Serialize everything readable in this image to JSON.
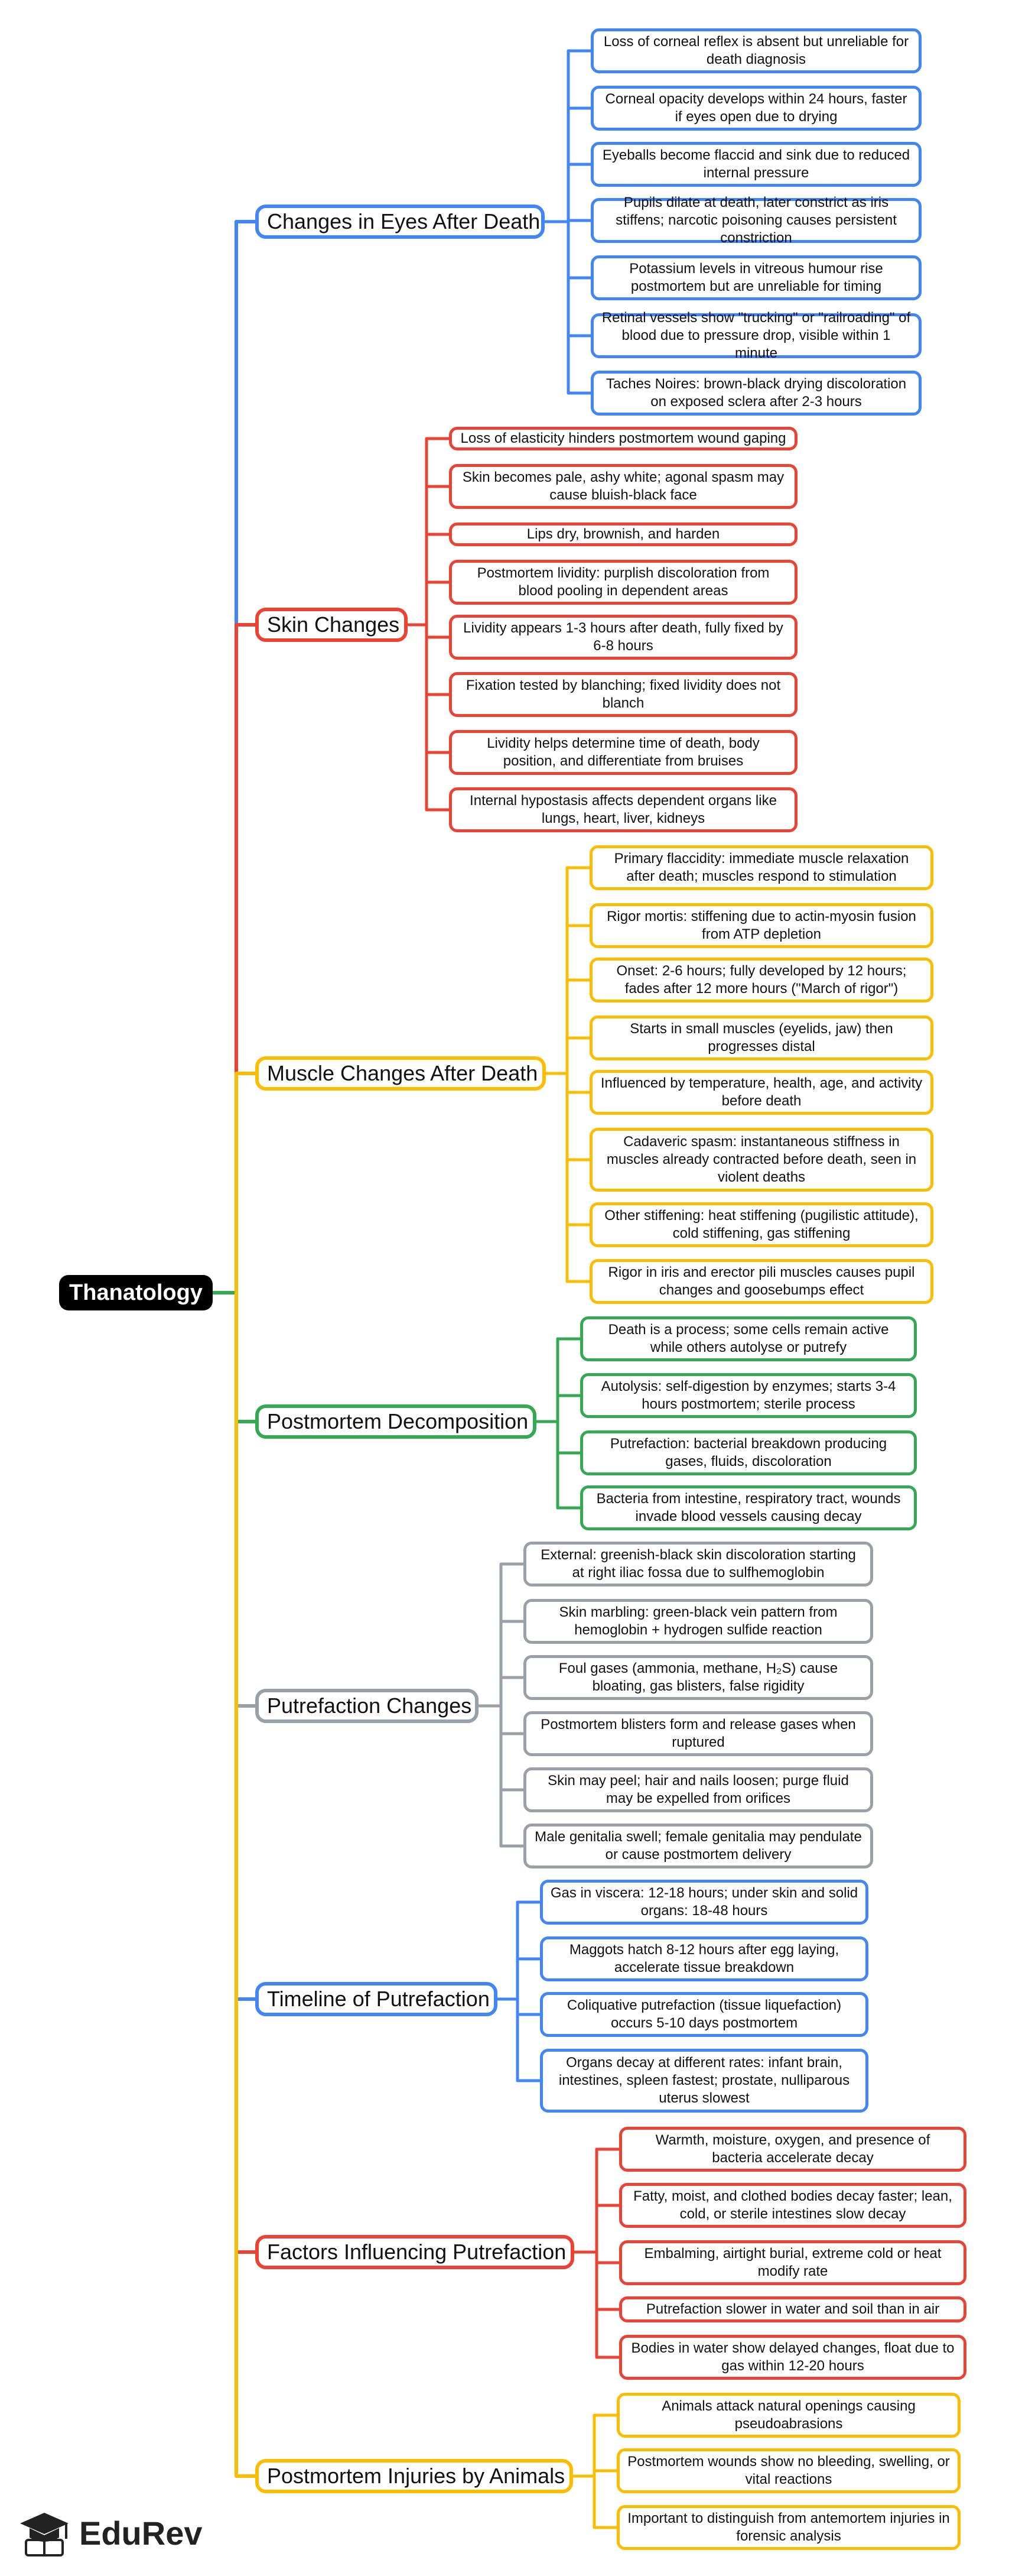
{
  "root": "Thanatology",
  "branches": [
    {
      "label": "Changes in Eyes After Death",
      "color": "#4285f4",
      "items": [
        "Loss of corneal reflex is absent but unreliable for death diagnosis",
        "Corneal opacity develops within 24 hours, faster if eyes open due to drying",
        "Eyeballs become flaccid and sink due to reduced internal pressure",
        "Pupils dilate at death, later constrict as iris stiffens; narcotic poisoning causes persistent constriction",
        "Potassium levels in vitreous humour rise postmortem but are unreliable for timing",
        "Retinal vessels show \"trucking\" or \"railroading\" of blood due to pressure drop, visible within 1 minute",
        "Taches Noires: brown-black drying discoloration on exposed sclera after 2-3 hours"
      ]
    },
    {
      "label": "Skin Changes",
      "color": "#ea4335",
      "items": [
        "Loss of elasticity hinders postmortem wound gaping",
        "Skin becomes pale, ashy white; agonal spasm may cause bluish-black face",
        "Lips dry, brownish, and harden",
        "Postmortem lividity: purplish discoloration from blood pooling in dependent areas",
        "Lividity appears 1-3 hours after death, fully fixed by 6-8 hours",
        "Fixation tested by blanching; fixed lividity does not blanch",
        "Lividity helps determine time of death, body position, and differentiate from bruises",
        "Internal hypostasis affects dependent organs like lungs, heart, liver, kidneys"
      ]
    },
    {
      "label": "Muscle Changes After Death",
      "color": "#fbbc04",
      "items": [
        "Primary flaccidity: immediate muscle relaxation after death; muscles respond to stimulation",
        "Rigor mortis: stiffening due to actin-myosin fusion from ATP depletion",
        "Onset: 2-6 hours; fully developed by 12 hours; fades after 12 more hours (\"March of rigor\")",
        "Starts in small muscles (eyelids, jaw) then progresses distal",
        "Influenced by temperature, health, age, and activity before death",
        "Cadaveric spasm: instantaneous stiffness in muscles already contracted before death, seen in violent deaths",
        "Other stiffening: heat stiffening (pugilistic attitude), cold stiffening, gas stiffening",
        "Rigor in iris and erector pili muscles causes pupil changes and goosebumps effect"
      ]
    },
    {
      "label": "Postmortem Decomposition",
      "color": "#34a853",
      "items": [
        "Death is a process; some cells remain active while others autolyse or putrefy",
        "Autolysis: self-digestion by enzymes; starts 3-4 hours postmortem; sterile process",
        "Putrefaction: bacterial breakdown producing gases, fluids, discoloration",
        "Bacteria from intestine, respiratory tract, wounds invade blood vessels causing decay"
      ]
    },
    {
      "label": "Putrefaction Changes",
      "color": "#9aa0a6",
      "items": [
        "External: greenish-black skin discoloration starting at right iliac fossa due to sulfhemoglobin",
        "Skin marbling: green-black vein pattern from hemoglobin + hydrogen sulfide reaction",
        "Foul gases (ammonia, methane, H₂S) cause bloating, gas blisters, false rigidity",
        "Postmortem blisters form and release gases when ruptured",
        "Skin may peel; hair and nails loosen; purge fluid may be expelled from orifices",
        "Male genitalia swell; female genitalia may pendulate or cause postmortem delivery"
      ]
    },
    {
      "label": "Timeline of Putrefaction",
      "color": "#4285f4",
      "items": [
        "Gas in viscera: 12-18 hours; under skin and solid organs: 18-48 hours",
        "Maggots hatch 8-12 hours after egg laying, accelerate tissue breakdown",
        "Coliquative putrefaction (tissue liquefaction) occurs 5-10 days postmortem",
        "Organs decay at different rates: infant brain, intestines, spleen fastest; prostate, nulliparous uterus slowest"
      ]
    },
    {
      "label": "Factors Influencing Putrefaction",
      "color": "#ea4335",
      "items": [
        "Warmth, moisture, oxygen, and presence of bacteria accelerate decay",
        "Fatty, moist, and clothed bodies decay faster; lean, cold, or sterile intestines slow decay",
        "Embalming, airtight burial, extreme cold or heat modify rate",
        "Putrefaction slower in water and soil than in air",
        "Bodies in water show delayed changes, float due to gas within 12-20 hours"
      ]
    },
    {
      "label": "Postmortem Injuries by Animals",
      "color": "#fbbc04",
      "items": [
        "Animals attack natural openings causing pseudoabrasions",
        "Postmortem wounds show no bleeding, swelling, or vital reactions",
        "Important to distinguish from antemortem injuries in forensic analysis"
      ]
    }
  ],
  "logo": {
    "text": "EduRev"
  }
}
